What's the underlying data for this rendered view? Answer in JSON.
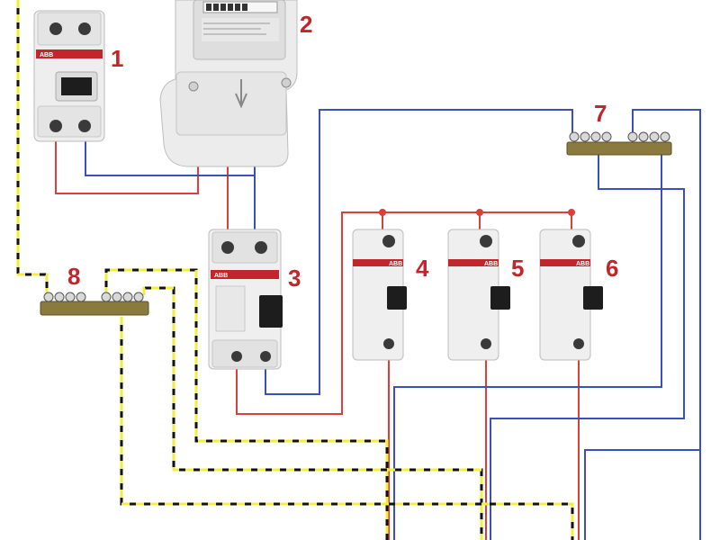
{
  "labels": {
    "n1": "1",
    "n2": "2",
    "n3": "3",
    "n4": "4",
    "n5": "5",
    "n6": "6",
    "n7": "7",
    "n8": "8"
  },
  "brand": "ABB",
  "colors": {
    "phase": "#d9403a",
    "neutral": "#3c4fbf",
    "earth_yellow": "#f3ee3c",
    "earth_black": "#111111",
    "label": "#c0262c",
    "busbar": "#8a7a3d",
    "device_body": "#efefef"
  }
}
